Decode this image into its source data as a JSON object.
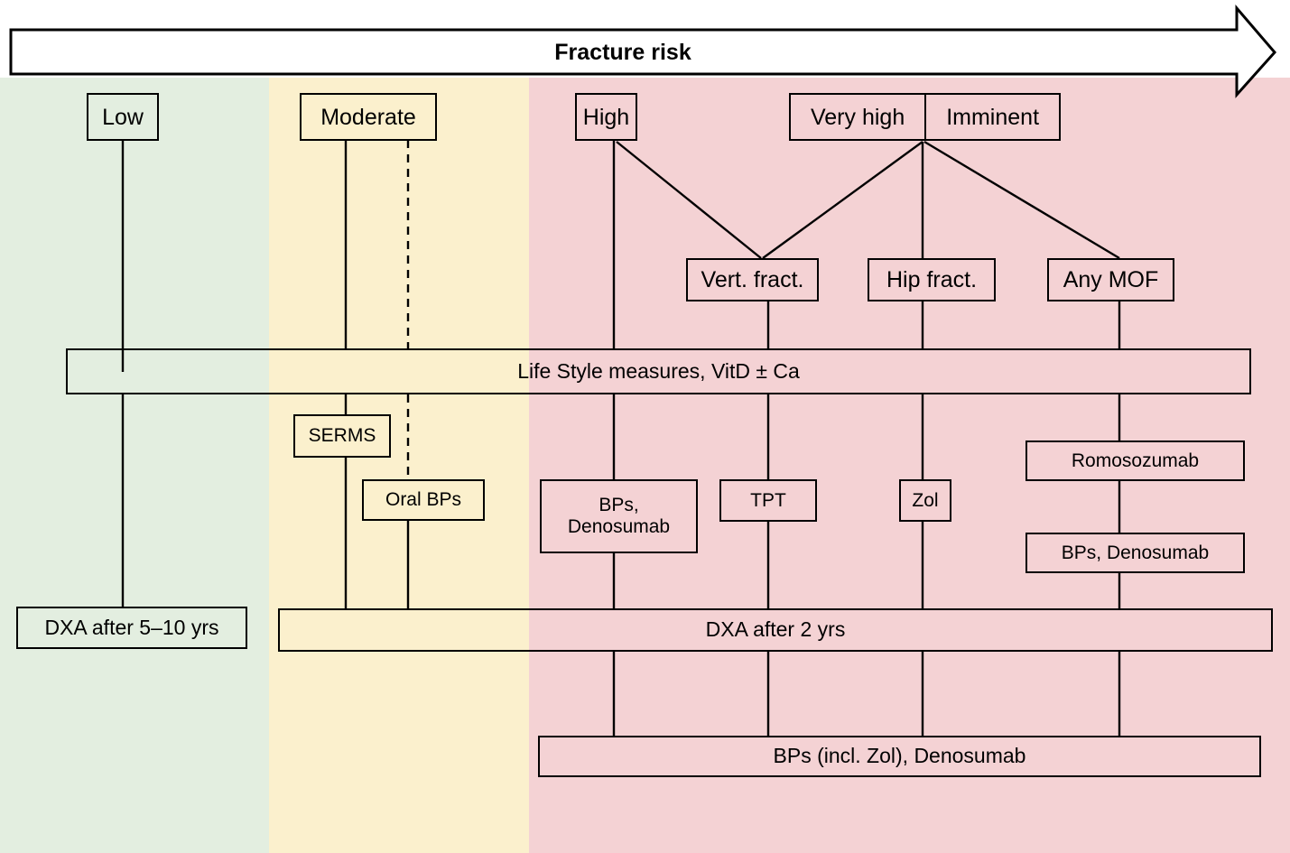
{
  "header": {
    "title": "Fracture risk",
    "arrow_direction": "right"
  },
  "bands": [
    {
      "id": "low",
      "label": "Low",
      "color": "#e3eee0"
    },
    {
      "id": "moderate",
      "label": "Moderate",
      "color": "#fbf0cd"
    },
    {
      "id": "high",
      "label": "High",
      "color": "#f4d2d4"
    }
  ],
  "risk_levels": [
    {
      "key": "low",
      "label": "Low"
    },
    {
      "key": "moderate",
      "label": "Moderate"
    },
    {
      "key": "high",
      "label": "High"
    },
    {
      "key": "very_high",
      "label": "Very high"
    },
    {
      "key": "imminent",
      "label": "Imminent"
    }
  ],
  "fracture_types": [
    {
      "key": "vert",
      "label": "Vert. fract."
    },
    {
      "key": "hip",
      "label": "Hip fract."
    },
    {
      "key": "mof",
      "label": "Any MOF"
    }
  ],
  "bars": {
    "lifestyle": "Life Style measures, VitD ± Ca",
    "dxa_low": "DXA after 5–10 yrs",
    "dxa_high": "DXA after 2 yrs",
    "bps_bottom": "BPs (incl. Zol), Denosumab"
  },
  "treatments": [
    {
      "key": "serms",
      "label": "SERMS"
    },
    {
      "key": "oral_bps",
      "label": "Oral BPs"
    },
    {
      "key": "bps_denosumab",
      "label": "BPs,\nDenosumab"
    },
    {
      "key": "bps_denosumab_l1",
      "label": "BPs,"
    },
    {
      "key": "bps_denosumab_l2",
      "label": "Denosumab"
    },
    {
      "key": "tpt",
      "label": "TPT"
    },
    {
      "key": "zol",
      "label": "Zol"
    },
    {
      "key": "romosozumab",
      "label": "Romosozumab"
    },
    {
      "key": "bps_denosumab_right",
      "label": "BPs, Denosumab"
    }
  ],
  "colors": {
    "band_low": "#e3eee0",
    "band_moderate": "#fbf0cd",
    "band_high": "#f4d2d4",
    "stroke": "#000000",
    "arrow_fill": "#ffffff",
    "page_bg": "#ffffff"
  }
}
